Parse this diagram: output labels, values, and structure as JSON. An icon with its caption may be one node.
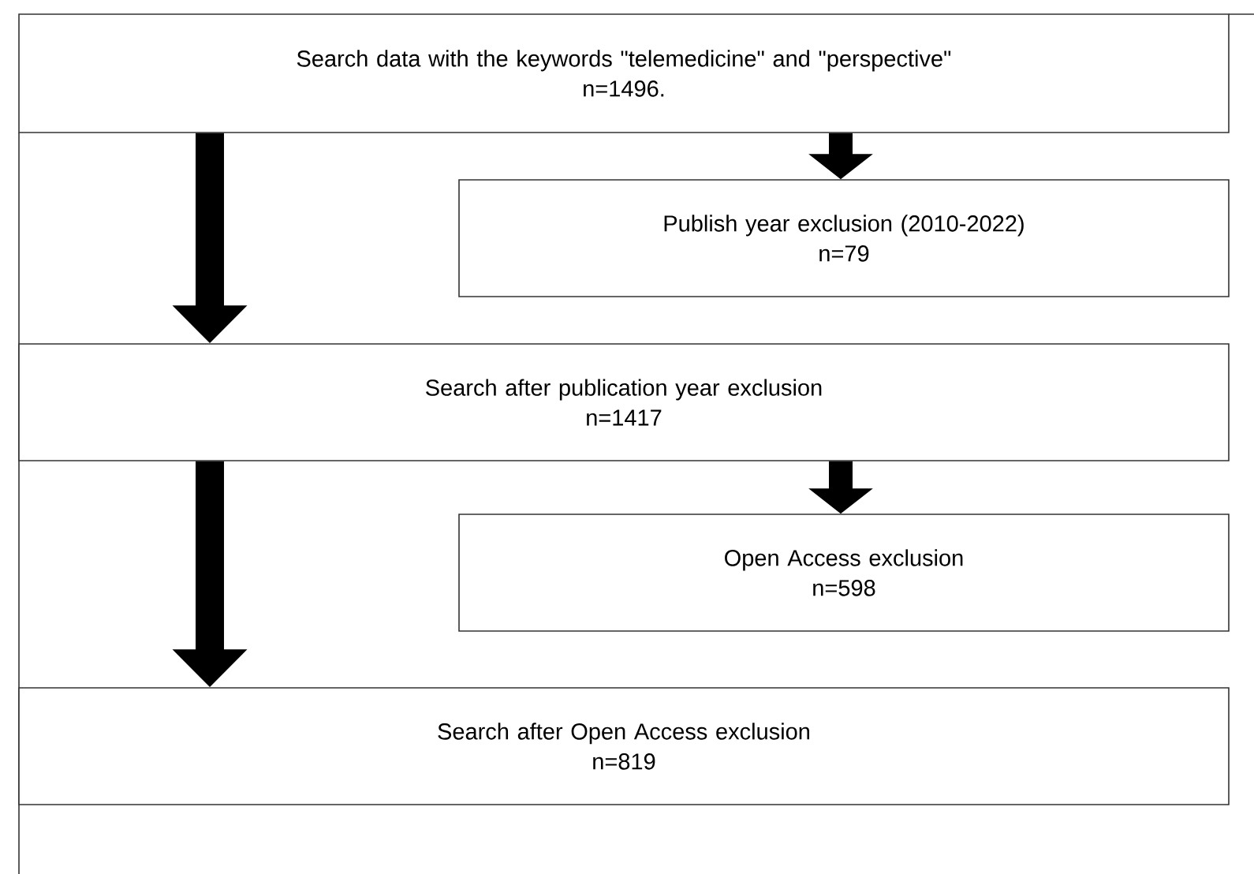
{
  "diagram": {
    "nodes": [
      {
        "text": [
          "Search data with the keywords \"telemedicine\" and \"perspective\"",
          "n=1496."
        ]
      },
      {
        "text": [
          "Publish year exclusion (2010-2022)",
          "n=79"
        ]
      },
      {
        "text": [
          "Search after publication year exclusion",
          "n=1417"
        ]
      },
      {
        "text": [
          "Open Access exclusion",
          "n=598"
        ]
      },
      {
        "text": [
          "Search after Open Access exclusion",
          "n=819"
        ]
      }
    ],
    "edges": [
      {
        "from": 0,
        "to": 1,
        "arrow": "to"
      },
      {
        "from": 0,
        "to": 2,
        "arrow": "to"
      },
      {
        "from": 2,
        "to": 3,
        "arrow": "to"
      },
      {
        "from": 2,
        "to": 4,
        "arrow": "to"
      }
    ]
  }
}
